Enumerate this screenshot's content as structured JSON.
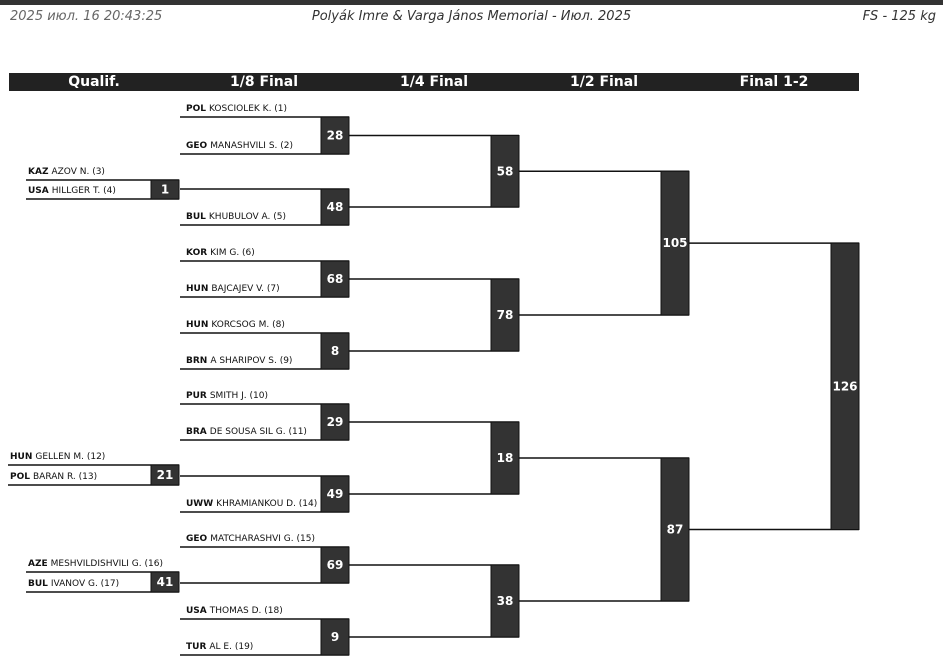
{
  "header": {
    "timestamp": "2025 июл. 16 20:43:25",
    "event": "Polyák Imre & Varga János Memorial - Июл. 2025",
    "category": "FS - 125 kg"
  },
  "rounds": [
    "Qualif.",
    "1/8 Final",
    "1/4 Final",
    "1/2 Final",
    "Final 1-2"
  ],
  "qualif": [
    {
      "a": {
        "country": "KAZ",
        "name": "AZOV N. (3)"
      },
      "b": {
        "country": "USA",
        "name": "HILLGER T. (4)"
      },
      "bout": "1"
    },
    {
      "a": {
        "country": "HUN",
        "name": "GELLEN M. (12)"
      },
      "b": {
        "country": "POL",
        "name": "BARAN R. (13)"
      },
      "bout": "21"
    },
    {
      "a": {
        "country": "AZE",
        "name": "MESHVILDISHVILI G. (16)"
      },
      "b": {
        "country": "BUL",
        "name": "IVANOV G. (17)"
      },
      "bout": "41"
    }
  ],
  "eighth": [
    {
      "a": {
        "country": "POL",
        "name": "KOSCIOLEK K. (1)"
      },
      "b": {
        "country": "GEO",
        "name": "MANASHVILI S. (2)"
      },
      "bout": "28"
    },
    {
      "a": {
        "country": "",
        "name": ""
      },
      "b": {
        "country": "BUL",
        "name": "KHUBULOV A. (5)"
      },
      "bout": "48"
    },
    {
      "a": {
        "country": "KOR",
        "name": "KIM G. (6)"
      },
      "b": {
        "country": "HUN",
        "name": "BAJCAJEV V. (7)"
      },
      "bout": "68"
    },
    {
      "a": {
        "country": "HUN",
        "name": "KORCSOG M. (8)"
      },
      "b": {
        "country": "BRN",
        "name": "A SHARIPOV S. (9)"
      },
      "bout": "8"
    },
    {
      "a": {
        "country": "PUR",
        "name": "SMITH J. (10)"
      },
      "b": {
        "country": "BRA",
        "name": "DE SOUSA SIL G. (11)"
      },
      "bout": "29"
    },
    {
      "a": {
        "country": "",
        "name": ""
      },
      "b": {
        "country": "UWW",
        "name": "KHRAMIANKOU D. (14)"
      },
      "bout": "49"
    },
    {
      "a": {
        "country": "GEO",
        "name": "MATCHARASHVI G. (15)"
      },
      "b": {
        "country": "",
        "name": ""
      },
      "bout": "69"
    },
    {
      "a": {
        "country": "USA",
        "name": "THOMAS D. (18)"
      },
      "b": {
        "country": "TUR",
        "name": "AL E. (19)"
      },
      "bout": "9"
    }
  ],
  "quarter": [
    "58",
    "78",
    "18",
    "38"
  ],
  "semi": [
    "105",
    "87"
  ],
  "final": [
    "126"
  ]
}
